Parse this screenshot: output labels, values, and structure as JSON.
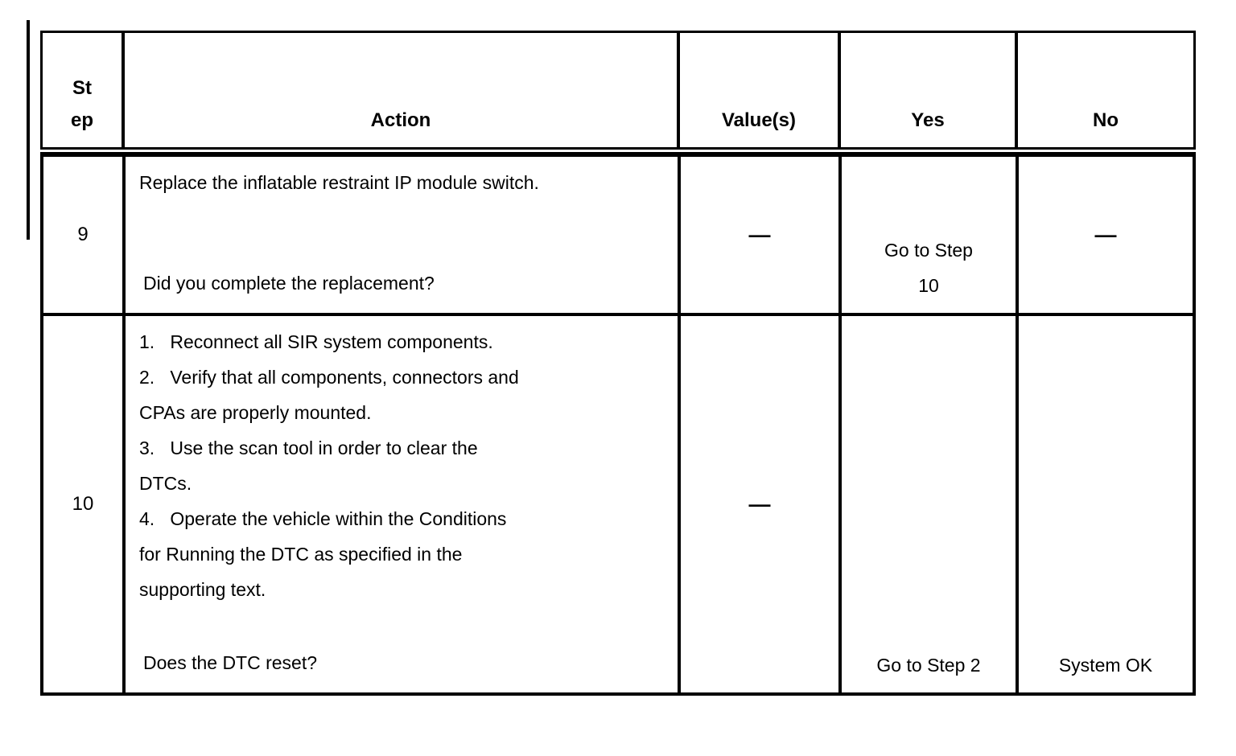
{
  "table": {
    "header": {
      "step": "St\nep",
      "action": "Action",
      "values": "Value(s)",
      "yes": "Yes",
      "no": "No"
    },
    "rows": [
      {
        "step": "9",
        "action_main": "Replace the inflatable restraint IP module switch.",
        "action_question": "Did you complete the replacement?",
        "values": "—",
        "yes": "Go to Step\n10",
        "no": "—"
      },
      {
        "step": "10",
        "action_main": "1.   Reconnect all SIR system components.\n2.   Verify that all components, connectors and\nCPAs are properly mounted.\n3.   Use the scan tool in order to clear the\nDTCs.\n4.   Operate the vehicle within the Conditions\nfor Running the DTC as specified in the\nsupporting text.",
        "action_question": "Does the DTC reset?",
        "values": "—",
        "yes": "Go to Step 2",
        "no": "System OK"
      }
    ]
  }
}
